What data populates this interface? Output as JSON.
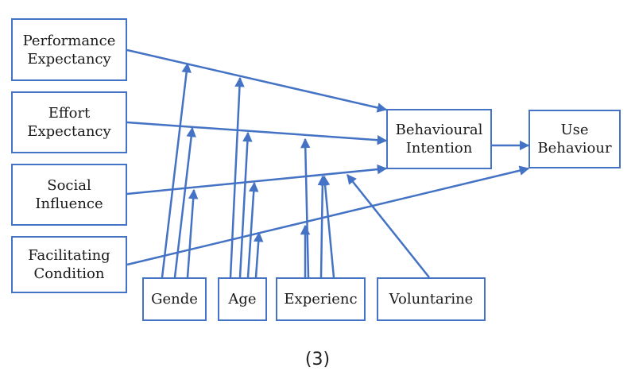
{
  "nodes": {
    "performance_expectancy": "Performance\nExpectancy",
    "effort_expectancy": "Effort\nExpectancy",
    "social_influence": "Social\nInfluence",
    "facilitating_condition": "Facilitating\nCondition",
    "behavioural_intention": "Behavioural\nIntention",
    "use_behaviour": "Use\nBehaviour",
    "gender": "Gende",
    "age": "Age",
    "experience": "Experienc",
    "voluntariness": "Voluntarine"
  },
  "caption": "(3)",
  "colors": {
    "line": "#4472c4",
    "border": "#4472c4",
    "text": "#1a1a1a"
  }
}
